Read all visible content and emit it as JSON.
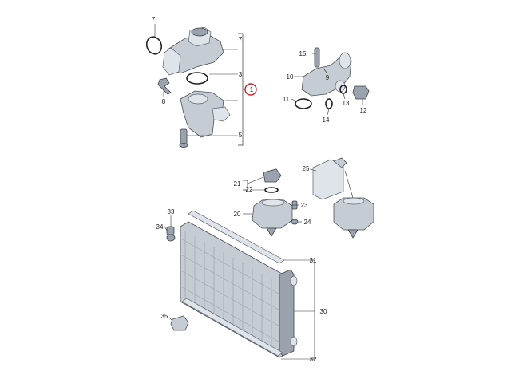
{
  "callouts": {
    "c7a": "7",
    "c7b": "7",
    "c3": "3",
    "c8": "8",
    "c1": "1",
    "c5": "5",
    "c15": "15",
    "c10": "10",
    "c9": "9",
    "c11": "11",
    "c13": "13",
    "c14": "14",
    "c12": "12",
    "c25": "25",
    "c21": "21",
    "c22": "22",
    "c23": "23",
    "c20": "20",
    "c24": "24",
    "c33": "33",
    "c34": "34",
    "c31": "31",
    "c30": "30",
    "c35": "35",
    "c32": "32"
  },
  "colors": {
    "part_fill": "#c6ccd3",
    "part_stroke": "#4a5058",
    "highlight": "#d0202a",
    "text": "#222222"
  }
}
